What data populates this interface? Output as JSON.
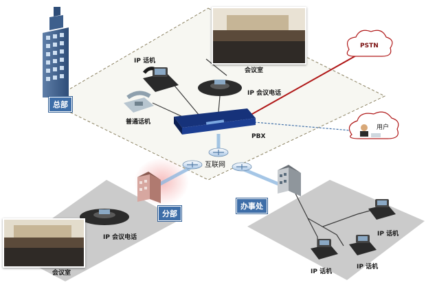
{
  "colors": {
    "region_fill": "#cbcbcb",
    "hq_border": "#8a8060",
    "tag_bg": "#3e6ea8",
    "pstn_line": "#b01818",
    "user_line": "#3e6ea8",
    "internet_link": "#8fb8e0",
    "pbx_body": "#16327a"
  },
  "icons": [
    "building-icon",
    "ip-phone-icon",
    "conference-phone-icon",
    "analog-phone-icon",
    "pbx-appliance-icon",
    "cloud-icon",
    "router-icon",
    "meeting-room-photo",
    "user-icon"
  ],
  "hq": {
    "tag": "总部",
    "meeting_room": "会议室",
    "ip_phone": "IP 话机",
    "conference_phone": "IP 会议电话",
    "analog_phone": "普通话机",
    "pbx": "PBX"
  },
  "pstn": {
    "label": "PSTN"
  },
  "user": {
    "label": "用户"
  },
  "internet": {
    "label": "互联网"
  },
  "branch": {
    "tag": "分部",
    "conference_phone": "IP 会议电话",
    "meeting_room": "会议室"
  },
  "office": {
    "tag": "办事处",
    "phone_right": "IP 话机",
    "phone_mid": "IP 话机",
    "phone_bottom": "IP 话机"
  }
}
